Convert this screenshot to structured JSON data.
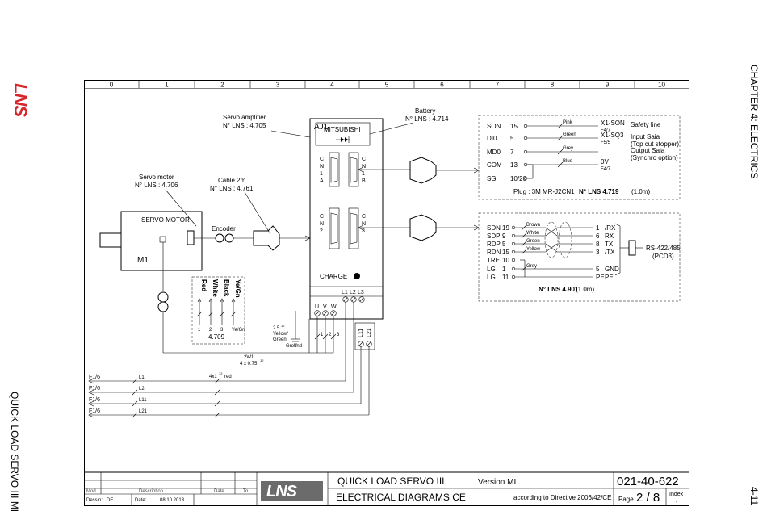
{
  "side": {
    "chapter": "CHAPTER 4: ELECTRICS",
    "doc_left": "QUICK LOAD SERVO III MI",
    "page_ref": "4-11"
  },
  "logo": "LNS",
  "grid": [
    "0",
    "1",
    "2",
    "3",
    "4",
    "5",
    "6",
    "7",
    "8",
    "9",
    "10"
  ],
  "labels": {
    "servo_motor": "Servo motor",
    "servo_motor_ref": "N° LNS : 4.706",
    "cable": "Cable 2m",
    "cable_ref": "N° LNS : 4.761",
    "servo_amp": "Servo amplifier",
    "servo_amp_ref": "N° LNS : 4.705",
    "battery": "Battery",
    "battery_ref": "N° LNS : 4.714",
    "aj1": "AJ1",
    "mitsubishi": "MITSUBISHI",
    "motor_box": "SERVO MOTOR",
    "m1": "M1",
    "encoder": "Encoder",
    "charge": "CHARGE",
    "cn1a": [
      "C",
      "N",
      "1",
      "A"
    ],
    "cn1b": [
      "C",
      "N",
      "1",
      "B"
    ],
    "cn2": [
      "C",
      "N",
      "2"
    ],
    "cn3": [
      "C",
      "N",
      "3"
    ],
    "wires": [
      "Red",
      "White",
      "Black",
      "Ye/Gn"
    ],
    "wire_nums": [
      "1",
      "2",
      "3",
      "Ye/Gn"
    ],
    "ref_4709": "4.709",
    "uvw": [
      "U",
      "V",
      "W"
    ],
    "l123": [
      "L1",
      "L2",
      "L3"
    ],
    "l1121": [
      "L11",
      "L21"
    ],
    "uvw_nums": [
      "1",
      "2",
      "3"
    ],
    "ground_a": "2.5",
    "ground_a_sup": "12",
    "ground_b": "Yellow/",
    "ground_c": "Green",
    "ground_d": "Ground",
    "cable_2w": "2W1",
    "cable_2w_sec": "4 x 0.75",
    "cable_2w_sup": "12",
    "cable_4x1": "4x1",
    "cable_4x1_sup": "12",
    "cable_4x1_col": "red",
    "f16": [
      "F1/6",
      "F1/6",
      "F1/6",
      "F1/6"
    ],
    "feed": [
      "L1",
      "L2",
      "L11",
      "L21"
    ]
  },
  "cn1b_block": {
    "rows": [
      {
        "sig": "SON",
        "pin": "15",
        "color": "Pink",
        "dest": "X1-SON",
        "dest_sub": "F4/7",
        "desc": "Safety line"
      },
      {
        "sig": "DI0",
        "pin": "5",
        "color": "Green",
        "dest": "X1-SQ3",
        "dest_sub": "F5/5",
        "desc": "Input Saia",
        "desc2": "(Top cut stopper)"
      },
      {
        "sig": "MD0",
        "pin": "7",
        "color": "Grey",
        "dest": "",
        "dest_sub": "",
        "desc": "Output Saia",
        "desc2": "(Synchro option)"
      },
      {
        "sig": "COM",
        "pin": "13",
        "color": "Blue",
        "dest": "0V",
        "dest_sub": "F4/7",
        "desc": ""
      },
      {
        "sig": "SG",
        "pin": "10/20",
        "color": "",
        "dest": "",
        "dest_sub": "",
        "desc": ""
      }
    ],
    "plug": "Plug : 3M  MR-J2CN1",
    "ref": "N° LNS  4.719",
    "len": "(1.0m)"
  },
  "cn3_block": {
    "rows": [
      {
        "sig": "SDN",
        "pin": "19",
        "color": "Brown",
        "out_pin": "1",
        "out_sig": "/RX"
      },
      {
        "sig": "SDP",
        "pin": "9",
        "color": "White",
        "out_pin": "6",
        "out_sig": "RX"
      },
      {
        "sig": "RDP",
        "pin": "5",
        "color": "Green",
        "out_pin": "8",
        "out_sig": "TX"
      },
      {
        "sig": "RDN",
        "pin": "15",
        "color": "Yellow",
        "out_pin": "3",
        "out_sig": "/TX"
      },
      {
        "sig": "TRE",
        "pin": "10",
        "color": "",
        "out_pin": "",
        "out_sig": ""
      },
      {
        "sig": "LG",
        "pin": "1",
        "color": "Grey",
        "out_pin": "5",
        "out_sig": "GND"
      },
      {
        "sig": "LG",
        "pin": "11",
        "color": "",
        "out_pin": "PE",
        "out_sig": "PE"
      }
    ],
    "ref": "N° LNS 4.901",
    "len": "(1.0m)",
    "rs": "RS-422/485",
    "pcd": "(PCD3)"
  },
  "titleblock": {
    "title1": "QUICK LOAD SERVO III",
    "version": "Version  MI",
    "number": "021-40-622",
    "title2": "ELECTRICAL DIAGRAMS CE",
    "directive": "according to Directive 2006/42/CE",
    "page_label": "Page",
    "page": "2 / 8",
    "index_label": "Index",
    "index": "-",
    "mod": "Mod",
    "description": "Description",
    "date": "Date",
    "to": "To",
    "dessin_label": "Dessin:",
    "dessin": "DE",
    "date_label": "Date:",
    "date_val": "08.10.2013"
  }
}
